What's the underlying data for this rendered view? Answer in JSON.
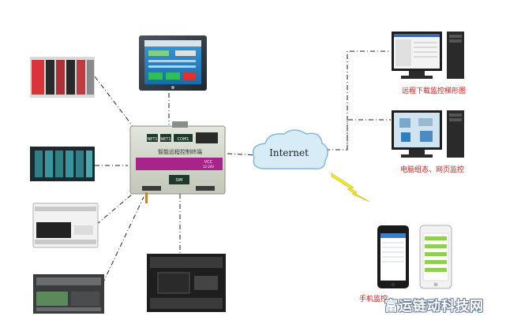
{
  "internet": {
    "label": "Internet"
  },
  "terminal": {
    "port_labels": [
      "NET1",
      "NET1",
      "COM1"
    ],
    "title": "智能远程控制终端",
    "model_top": "VCC",
    "model_bottom": "12-24V",
    "sim_label": "SIM"
  },
  "labels": {
    "remote_ladder": "远程下载监控梯形图",
    "pc_web": "电脑组态、网页监控",
    "mobile": "手机监控"
  },
  "watermark": "富运链动科技网",
  "colors": {
    "link": "#222222",
    "label_red": "#d01818",
    "cloud": "#d8ecf8",
    "cloud_edge": "#7fb8dd",
    "lightning": "#f2ea2a",
    "terminal_body": "#d4d8cc",
    "terminal_band": "#a8238a"
  }
}
